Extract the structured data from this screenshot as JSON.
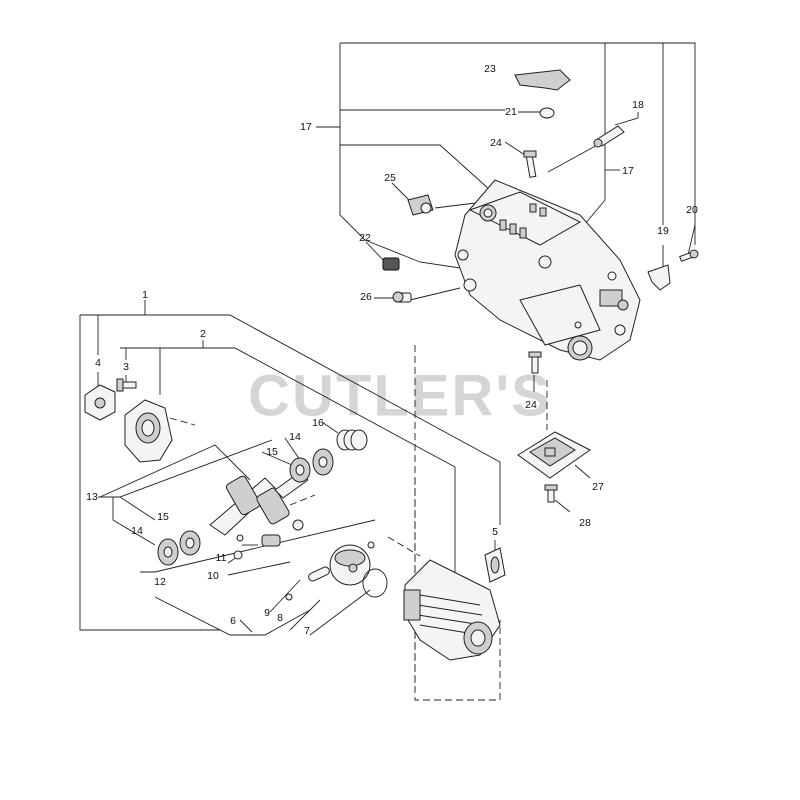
{
  "diagram": {
    "watermark": "CUTLER'S",
    "labels": {
      "l1": "1",
      "l2": "2",
      "l3": "3",
      "l4": "4",
      "l5": "5",
      "l6": "6",
      "l7": "7",
      "l8": "8",
      "l9": "9",
      "l10": "10",
      "l11": "11",
      "l12": "12",
      "l13": "13",
      "l14a": "14",
      "l14b": "14",
      "l15a": "15",
      "l15b": "15",
      "l16": "16",
      "l17a": "17",
      "l17b": "17",
      "l18": "18",
      "l19": "19",
      "l20": "20",
      "l21": "21",
      "l22": "22",
      "l23": "23",
      "l24a": "24",
      "l24b": "24",
      "l25": "25",
      "l26": "26",
      "l27": "27",
      "l28": "28"
    }
  }
}
